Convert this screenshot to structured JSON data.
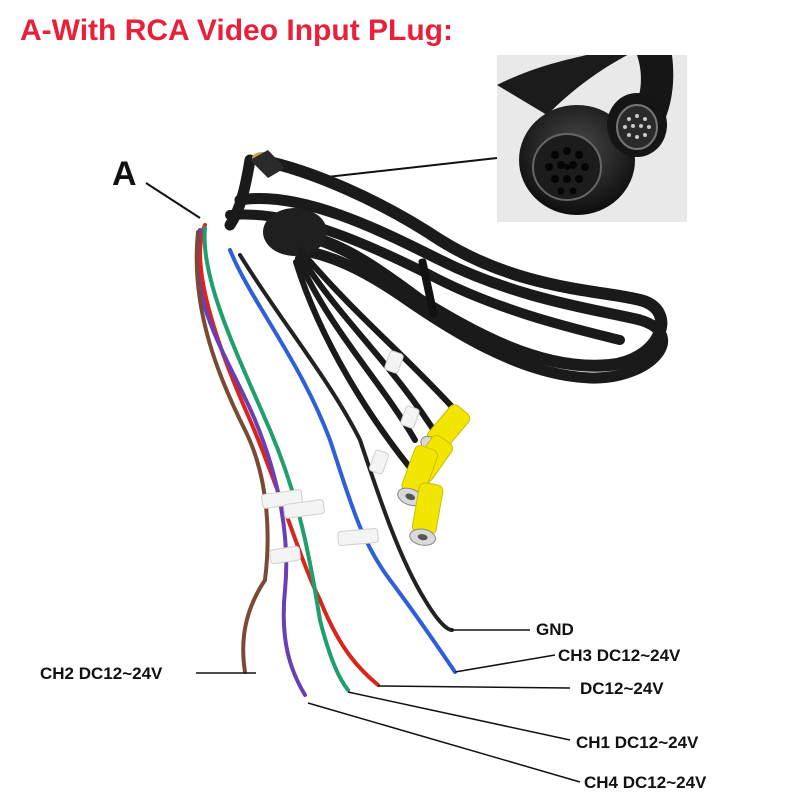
{
  "title": "A-With RCA Video Input PLug:",
  "marker": "A",
  "wire_labels": {
    "gnd": "GND",
    "ch3": "CH3 DC12~24V",
    "dc": "DC12~24V",
    "ch1": "CH1 DC12~24V",
    "ch4": "CH4 DC12~24V",
    "ch2": "CH2 DC12~24V"
  },
  "colors": {
    "title": "#e8203a",
    "cable": "#1a1a1a",
    "rca": "#f2e600",
    "wire_red": "#d9251c",
    "wire_green": "#1f9e6e",
    "wire_blue": "#2f5fd8",
    "wire_purple": "#6a3fb5",
    "wire_brown": "#7a4a35",
    "wire_black": "#222222"
  }
}
